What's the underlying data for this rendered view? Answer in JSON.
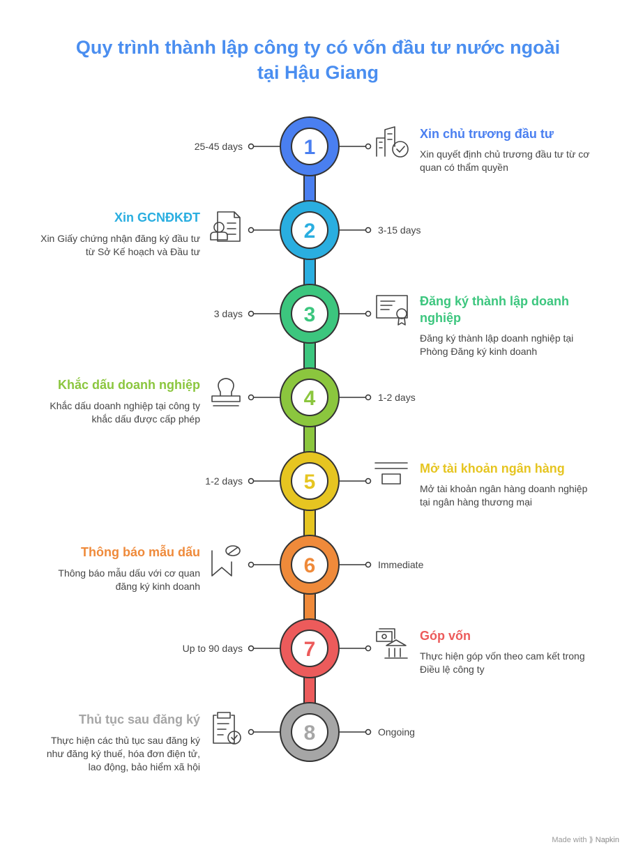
{
  "title_line1": "Quy trình thành lập công ty có vốn đầu tư nước ngoài",
  "title_line2": "tại Hậu Giang",
  "steps": [
    {
      "number": "1",
      "title": "Xin chủ trương đầu tư",
      "description": "Xin quyết định chủ trương đầu tư từ cơ quan có thẩm quyền",
      "duration": "25-45 days",
      "color": "#4a7ff0",
      "icon": "buildings-check-icon"
    },
    {
      "number": "2",
      "title": "Xin GCNĐKĐT",
      "description": "Xin Giấy chứng nhận đăng ký đầu tư từ Sở Kế hoạch và Đầu tư",
      "duration": "3-15 days",
      "color": "#2aaee0",
      "icon": "certificate-person-icon"
    },
    {
      "number": "3",
      "title": "Đăng ký thành lập doanh nghiệp",
      "description": "Đăng ký thành lập doanh nghiệp tại Phòng Đăng ký kinh doanh",
      "duration": "3 days",
      "color": "#3cc67e",
      "icon": "certificate-badge-icon"
    },
    {
      "number": "4",
      "title": "Khắc dấu doanh nghiệp",
      "description": "Khắc dấu doanh nghiệp tại công ty khắc dấu được cấp phép",
      "duration": "1-2 days",
      "color": "#8bc63e",
      "icon": "stamp-icon"
    },
    {
      "number": "5",
      "title": "Mở tài khoản ngân hàng",
      "description": "Mở tài khoản ngân hàng doanh nghiệp tại ngân hàng thương mại",
      "duration": "1-2 days",
      "color": "#e6c521",
      "icon": "bank-card-icon"
    },
    {
      "number": "6",
      "title": "Thông báo mẫu dấu",
      "description": "Thông báo mẫu dấu với cơ quan đăng ký kinh doanh",
      "duration": "Immediate",
      "color": "#ef8a3a",
      "icon": "bookmark-seal-icon"
    },
    {
      "number": "7",
      "title": "Góp vốn",
      "description": "Thực hiện góp vốn theo cam kết trong Điều lệ công ty",
      "duration": "Up to 90 days",
      "color": "#ec5b5b",
      "icon": "money-bank-icon"
    },
    {
      "number": "8",
      "title": "Thủ tục sau đăng ký",
      "description": "Thực hiện các thủ tục sau đăng ký như đăng ký thuế, hóa đơn điện tử, lao động, bảo hiểm xã hội",
      "duration": "Ongoing",
      "color": "#a6a6a6",
      "icon": "clipboard-check-icon"
    }
  ],
  "footer": {
    "prefix": "Made with",
    "brand": "Napkin"
  }
}
